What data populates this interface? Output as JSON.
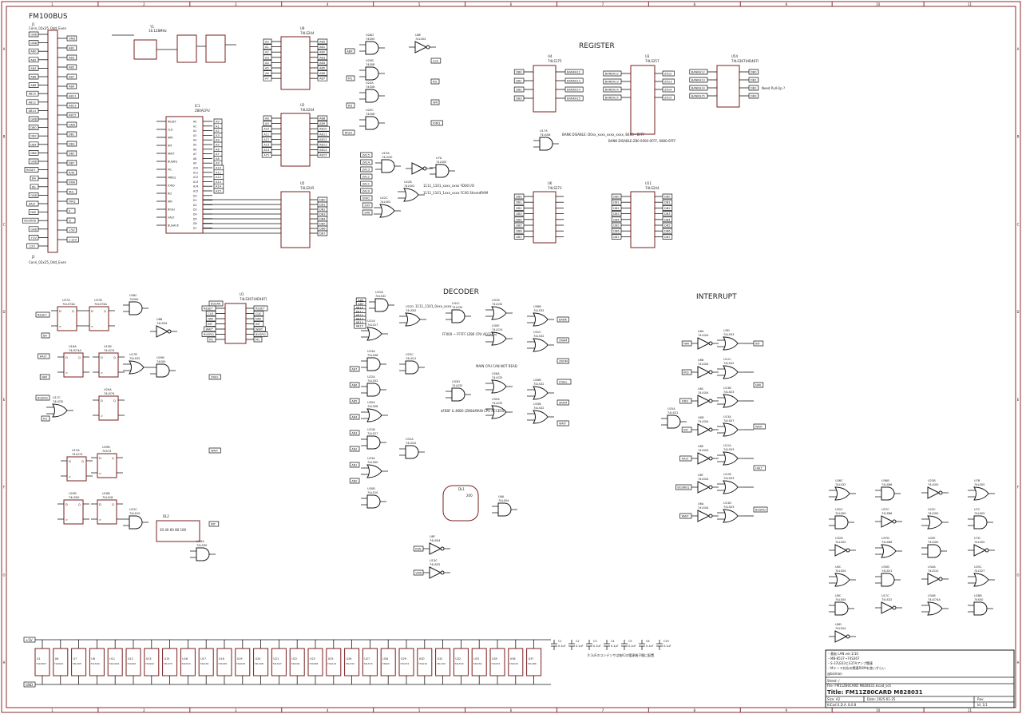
{
  "sheet": {
    "border_numbers": [
      "1",
      "2",
      "3",
      "4",
      "5",
      "6",
      "7",
      "8",
      "9",
      "10",
      "11"
    ],
    "border_letters": [
      "A",
      "B",
      "C",
      "D",
      "E",
      "F",
      "G",
      "H"
    ]
  },
  "sections": {
    "bus": "FM100BUS",
    "register": "REGISTER",
    "decoder": "DECODER",
    "interrupt": "INTERRUPT"
  },
  "connectors": {
    "j1": {
      "ref": "J1",
      "value": "Conn_02x25_Odd_Even"
    },
    "j2": {
      "ref": "J2",
      "value": "Conn_02x25_Odd_Even"
    },
    "left_pins": [
      "GND",
      "GND",
      "AB0",
      "AB2",
      "AB4",
      "AB6",
      "AB8",
      "AB10",
      "AB12",
      "AB14",
      "GND",
      "DB0",
      "DB2",
      "DB4",
      "DB6",
      "GND",
      "RESET",
      "BA",
      "BS",
      "GND",
      "HALT",
      "NMI",
      "BUSAVD",
      "GND",
      "+5V",
      "-12V"
    ],
    "right_pins": [
      "GND",
      "AB1",
      "AB3",
      "AB5",
      "AB7",
      "AB9",
      "AB11",
      "AB13",
      "AB15",
      "GND",
      "DB1",
      "DB3",
      "DB5",
      "DB7",
      "R/W",
      "VMA",
      "IRQ",
      "FIRQ",
      "E",
      "Q",
      "+5V",
      "+12V"
    ]
  },
  "chips": [
    {
      "ref": "IC1",
      "part": "Z80ACPU"
    },
    {
      "ref": "U9",
      "part": "74LS244"
    },
    {
      "ref": "U2",
      "part": "74LS244"
    },
    {
      "ref": "U5",
      "part": "74LS245"
    },
    {
      "ref": "U4",
      "part": "74LS175"
    },
    {
      "ref": "U3",
      "part": "74LS257"
    },
    {
      "ref": "U54",
      "part": "74LS367(HD487)"
    },
    {
      "ref": "U6",
      "part": "74LS273"
    },
    {
      "ref": "U11",
      "part": "74LS244"
    },
    {
      "ref": "U1",
      "part": "74LS367(HD487)"
    },
    {
      "ref": "DL1",
      "part": "200"
    },
    {
      "ref": "DL2",
      "part": "20 40 60 80 100"
    },
    {
      "ref": "Y1",
      "part": "16.128MHz"
    }
  ],
  "gates": [
    {
      "ref": "U28D",
      "part": "74S00"
    },
    {
      "ref": "U20B",
      "part": "74S08"
    },
    {
      "ref": "U20A",
      "part": "74S08"
    },
    {
      "ref": "U20C",
      "part": "74S08"
    },
    {
      "ref": "U8E",
      "part": "74LS04"
    },
    {
      "ref": "U19A",
      "part": "74LS30"
    },
    {
      "ref": "U7A",
      "part": "74LS05"
    },
    {
      "ref": "U22B",
      "part": "74LS02"
    },
    {
      "ref": "U22C",
      "part": "74LS02"
    },
    {
      "ref": "U27A",
      "part": "74LS74A"
    },
    {
      "ref": "U27B",
      "part": "74LS74A"
    },
    {
      "ref": "U28C",
      "part": "74S00"
    },
    {
      "ref": "U8B",
      "part": "74LS04"
    },
    {
      "ref": "U16A",
      "part": "74LS74A"
    },
    {
      "ref": "U15B",
      "part": "74LS74"
    },
    {
      "ref": "U17B",
      "part": "74LS32"
    },
    {
      "ref": "U29B",
      "part": "74S00"
    },
    {
      "ref": "U29A",
      "part": "74LS74"
    },
    {
      "ref": "U17C",
      "part": "74LS32"
    },
    {
      "ref": "U15A",
      "part": "74LS74"
    },
    {
      "ref": "U16B",
      "part": "74LS18"
    },
    {
      "ref": "U25B",
      "part": "74LS00"
    },
    {
      "ref": "U15C",
      "part": "74LS10"
    },
    {
      "ref": "U18A",
      "part": "74LS30"
    },
    {
      "ref": "U31D",
      "part": "74LS32"
    },
    {
      "ref": "U21A",
      "part": "74LS27"
    },
    {
      "ref": "U23A",
      "part": "74LS08"
    },
    {
      "ref": "U22A",
      "part": "74LS02"
    },
    {
      "ref": "U30A",
      "part": "74LS08"
    },
    {
      "ref": "U21B",
      "part": "74LS27"
    },
    {
      "ref": "U31A",
      "part": "74LS32"
    },
    {
      "ref": "U23A",
      "part": "74LS00"
    },
    {
      "ref": "U30B",
      "part": "74LS10"
    },
    {
      "ref": "U31C",
      "part": "74LS32"
    },
    {
      "ref": "U31B",
      "part": "74LS32"
    },
    {
      "ref": "U30E",
      "part": "74LS10"
    },
    {
      "ref": "U33D",
      "part": "74LS32"
    },
    {
      "ref": "U26A",
      "part": "74LS32"
    },
    {
      "ref": "U26B",
      "part": "74LS32"
    },
    {
      "ref": "U33B",
      "part": "74LS32"
    },
    {
      "ref": "U36D",
      "part": "74LS32"
    },
    {
      "ref": "U8A",
      "part": "74LS04"
    },
    {
      "ref": "U8F",
      "part": "74LS04"
    },
    {
      "ref": "U13C",
      "part": "74LS02"
    },
    {
      "ref": "U3D",
      "part": "74LS03"
    },
    {
      "ref": "U12C",
      "part": "74LS02"
    },
    {
      "ref": "U13B",
      "part": "74LS03"
    },
    {
      "ref": "U13A",
      "part": "74LS07"
    },
    {
      "ref": "U12A",
      "part": "74LS03"
    },
    {
      "ref": "U12B",
      "part": "74LS03"
    },
    {
      "ref": "U13D",
      "part": "74LS03"
    },
    {
      "ref": "U25A",
      "part": "74LS31"
    }
  ],
  "nets": {
    "cpu_left": [
      "RESET",
      "CLK",
      "NMI",
      "INT",
      "WAIT",
      "BUSRQ",
      "M1",
      "MREQ",
      "IORQ",
      "RD",
      "WR",
      "RFSH",
      "HALT",
      "BUSACK"
    ],
    "cpu_right": [
      "A0",
      "A1",
      "A2",
      "A3",
      "A4",
      "A5",
      "A6",
      "A7",
      "A8",
      "A9",
      "A10",
      "A11",
      "A12",
      "A13",
      "A14",
      "A15",
      "D0",
      "D1",
      "D2",
      "D3",
      "D4",
      "D5",
      "D6",
      "D7"
    ],
    "register_in": [
      "DB0",
      "DB1",
      "DB2",
      "DB3",
      "DB4",
      "DB5",
      "DB6",
      "DB7"
    ],
    "register_out": [
      "BANKA12",
      "BANKA13",
      "BANKA14",
      "BANKA15"
    ],
    "interrupt_in": [
      "NMI",
      "IRQ",
      "FIRQ",
      "INT",
      "HALT",
      "BUSREQ",
      "WAIT"
    ],
    "interrupt_out": [
      "INT",
      "NMI",
      "WAIT",
      "HALT",
      "BUSRQ"
    ]
  },
  "notes": [
    {
      "id": "bank",
      "text": "BANK DISABLE: D0xx_xxxx_xxxx_xxxx, B400 - BFFF"
    },
    {
      "id": "bank2",
      "text": "BANK DISABLE:Z80 0000-0FFF, 6800-6FFF"
    },
    {
      "id": "io",
      "text": "1111_1101_xxxx_xxxx FD00 I/O"
    },
    {
      "id": "sram",
      "text": "1111_1101_1xxx_xxxx FC00 SharedRAM"
    },
    {
      "id": "pullup",
      "text": "Need Pull-Up ?"
    },
    {
      "id": "dec1",
      "text": "FF000 ~ FFFFF (Z80 CPU ACCESS)"
    },
    {
      "id": "dec2",
      "text": "MAIN CPU CAN NOT READ"
    },
    {
      "id": "dec3",
      "text": "$FB0F & 4KB0 (Z80&MAIN CPU ACCESS)"
    },
    {
      "id": "dec4",
      "text": "1111_1101_0xxx_xxxx"
    },
    {
      "id": "decap",
      "text": "0.1uFのコンデンサは各ICの電源端子間に配置"
    }
  ],
  "power_bar": {
    "ics": [
      "U1 74LS367",
      "U6 74LS04",
      "U7 74LS05",
      "U8 74LS04",
      "U11 74LS244",
      "U12 74LS00",
      "U13 74LS02",
      "U15 74LS74",
      "U16 74LS74",
      "U17 74LS32",
      "U18 74LS30",
      "U19 74LS30",
      "U20 74LS08",
      "U21 74LS27",
      "U22 74LS02",
      "U23 74LS08",
      "U25 74LS10",
      "U26 74LS32",
      "U27 74LS74",
      "U28 74S00",
      "U29 74LS74",
      "U30 74LS10",
      "U31 74LS32",
      "U32 74LS32",
      "U33 74LS32",
      "U35 74LS74",
      "U36 74LS32",
      "U37 74LS86"
    ],
    "caps": [
      "C1 0.1uF",
      "C2 0.1uF",
      "C3 0.1uF",
      "C4 0.1uF",
      "C5 0.1uF",
      "C6 0.1uF",
      "C29 0.1uF"
    ],
    "vcc": "+5V",
    "gnd": "GND"
  },
  "spare_units": [
    "U36C 74LS32",
    "U36B 74LS86",
    "U23B 74LS00",
    "U7B 74LS05",
    "U32C 74LS00",
    "U37C 74LS86",
    "U23C 74LS00",
    "U7C 74LS05",
    "U32D 74LS00",
    "U37D 74LS86",
    "U33E 74LS00",
    "U7D 74LS05",
    "U6C 74LS04",
    "U35B 74LS51",
    "U34A 74LS10",
    "U25C 74LS27",
    "U8C 74LS04",
    "U17C 74LS32",
    "U34B 74LS74A",
    "U28B 74S00",
    "U8D 74LS04"
  ],
  "title_block": {
    "notes": [
      "・基板 LAN ver.1/10",
      "・MB-8537→74S367",
      "・S-37LE03とS37Aアンプ関連",
      "・Mテーマ対応の関連ROMを使いずらい"
    ],
    "author": "@bizman",
    "sheet": "Sheet: /",
    "file": "File: FM11Z80CARD M828031.kicad_sch",
    "title": "Title: FM11Z80CARD M828031",
    "size": "Size: A2",
    "date": "Date: 2025-01-25",
    "rev": "Rev: ",
    "app": "KiCad E.D.A. 8.0.8",
    "id": "Id: 1/1"
  }
}
